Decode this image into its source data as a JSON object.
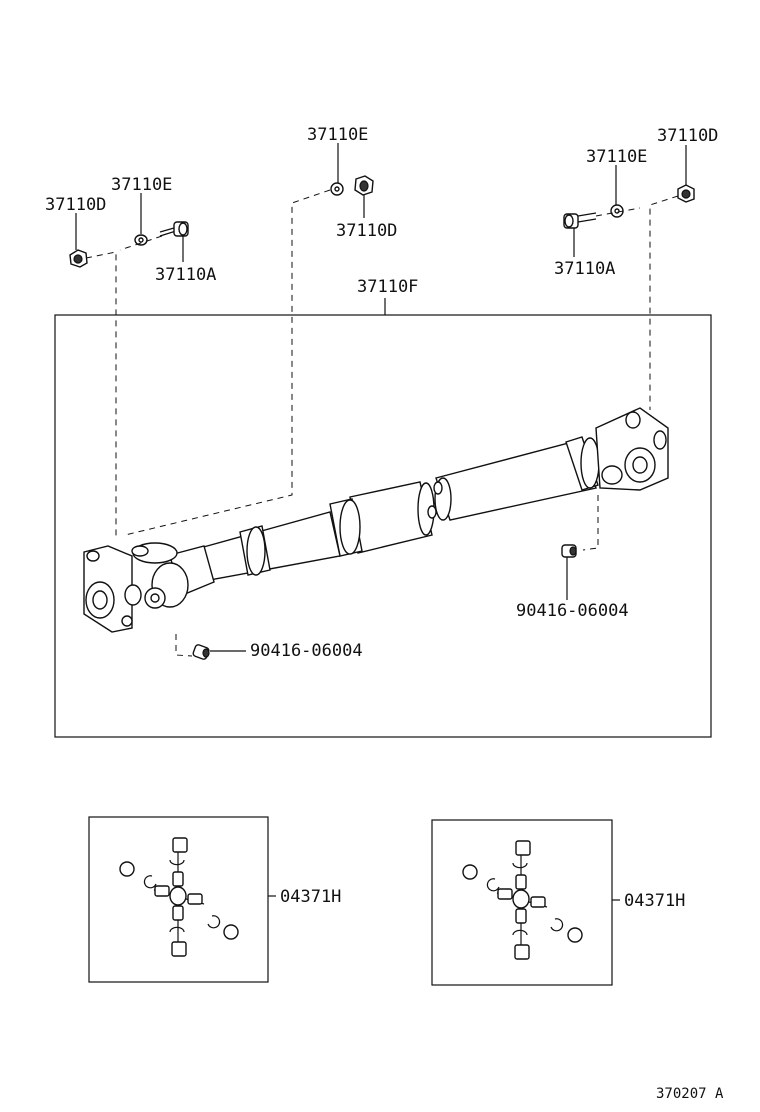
{
  "labels": {
    "nut_left": "37110D",
    "washer_left": "37110E",
    "bolt_left": "37110A",
    "washer_mid": "37110E",
    "nut_mid": "37110D",
    "assembly": "37110F",
    "washer_right": "37110E",
    "nut_right": "37110D",
    "bolt_right": "37110A",
    "fitting_right": "90416-06004",
    "fitting_left": "90416-06004",
    "spider_kit_left": "04371H",
    "spider_kit_right": "04371H"
  },
  "figure_code": "370207 A"
}
